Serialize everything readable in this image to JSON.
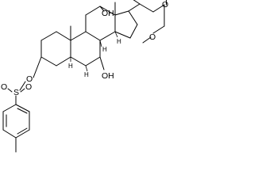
{
  "labels": {
    "oh_12": "OH",
    "oh_7": "OH",
    "ester_o_carbonyl": "O",
    "ester_o_methoxy": "O",
    "tosyl_ring_o": "O",
    "sulfur": "S",
    "sulfonyl_o_left": "O",
    "sulfonyl_o_right": "O",
    "h_8": "H",
    "h_9": "H",
    "h_14": "H",
    "h_5": "H"
  }
}
